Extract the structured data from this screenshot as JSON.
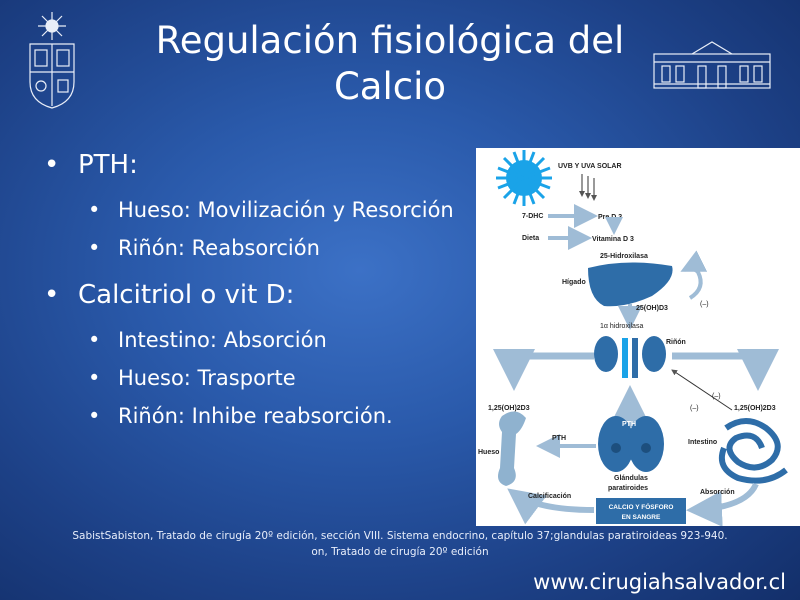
{
  "slide": {
    "title_line1": "Regulación fisiológica del",
    "title_line2": "Calcio",
    "bullets": [
      {
        "level": 1,
        "text": "PTH:"
      },
      {
        "level": 2,
        "text": "Hueso: Movilización y Resorción"
      },
      {
        "level": 2,
        "text": "Riñón: Reabsorción"
      },
      {
        "level": 1,
        "text": "Calcitriol o vit D:"
      },
      {
        "level": 2,
        "text": "Intestino: Absorción"
      },
      {
        "level": 2,
        "text": "Hueso: Trasporte"
      },
      {
        "level": 2,
        "text": "Riñón: Inhibe reabsorción."
      }
    ],
    "bullet_symbol": "•",
    "citation_line1": "SabistSabiston, Tratado de cirugía 20º edición, sección VIII. Sistema endocrino, capítulo 37;glandulas paratiroideas 923-940.",
    "citation_line2": "on, Tratado de cirugía 20º edición",
    "website": "www.cirugiahsalvador.cl"
  },
  "diagram": {
    "uvb": "UVB Y UVA SOLAR",
    "dhc": "7-DHC",
    "pre_d3": "Pre D 3",
    "dieta": "Dieta",
    "vit_d3": "Vitamina D 3",
    "hidroxilasa25": "25-Hidroxilasa",
    "higado": "Hígado",
    "oh_d3": "25(OH)D3",
    "minus": "(–)",
    "alfa_hidroxilasa": "1α hidroxilasa",
    "rinon": "Riñón",
    "calcitriol_left": "1,25(OH)2D3",
    "calcitriol_right": "1,25(OH)2D3",
    "pth_center": "PTH",
    "pth_arrow": "PTH",
    "hueso": "Hueso",
    "intestino": "Intestino",
    "glandulas": "Glándulas",
    "paratiroides": "paratiroides",
    "calcificacion": "Calcificación",
    "absorcion": "Absorción",
    "calcio_box1": "CALCIO Y FÓSFORO",
    "calcio_box2": "EN SANGRE"
  },
  "colors": {
    "background": "#2a5aab",
    "organ_blue": "#2e6da8",
    "arrow_blue": "#9fbcd6",
    "sun": "#1aa3e8"
  }
}
